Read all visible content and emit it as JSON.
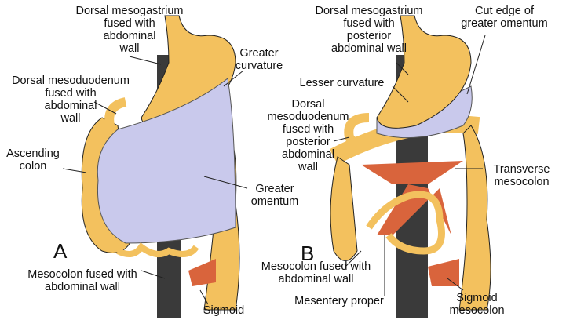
{
  "panel_a": {
    "letter": "A",
    "labels": {
      "dorsal_mesogastrium": [
        "Dorsal mesogastrium",
        "fused with",
        "abdominal",
        "wall"
      ],
      "greater_curvature": [
        "Greater",
        "curvature"
      ],
      "dorsal_mesoduodenum": [
        "Dorsal mesoduodenum",
        "fused with",
        "abdominal",
        "wall"
      ],
      "ascending_colon": [
        "Ascending",
        "colon"
      ],
      "greater_omentum": [
        "Greater",
        "omentum"
      ],
      "mesocolon_fused": [
        "Mesocolon fused with",
        "abdominal wall"
      ],
      "sigmoid": [
        "Sigmoid"
      ]
    }
  },
  "panel_b": {
    "letter": "B",
    "labels": {
      "dorsal_mesogastrium": [
        "Dorsal mesogastrium",
        "fused with",
        "posterior",
        "abdominal wall"
      ],
      "cut_edge": [
        "Cut edge of",
        "greater omentum"
      ],
      "lesser_curvature": [
        "Lesser curvature"
      ],
      "dorsal_mesoduodenum": [
        "Dorsal",
        "mesoduodenum",
        "fused with",
        "posterior",
        "abdominal",
        "wall"
      ],
      "transverse_mesocolon": [
        "Transverse",
        "mesocolon"
      ],
      "mesocolon_fused": [
        "Mesocolon fused with",
        "abdominal wall"
      ],
      "mesentery_proper": [
        "Mesentery proper"
      ],
      "sigmoid_mesocolon": [
        "Sigmoid",
        "mesocolon"
      ]
    }
  },
  "colors": {
    "stomach": "#f3c15e",
    "omentum": "#c9c9ec",
    "wall": "#3a3a3a",
    "mesentery": "#d9643c",
    "outline": "#222222"
  }
}
